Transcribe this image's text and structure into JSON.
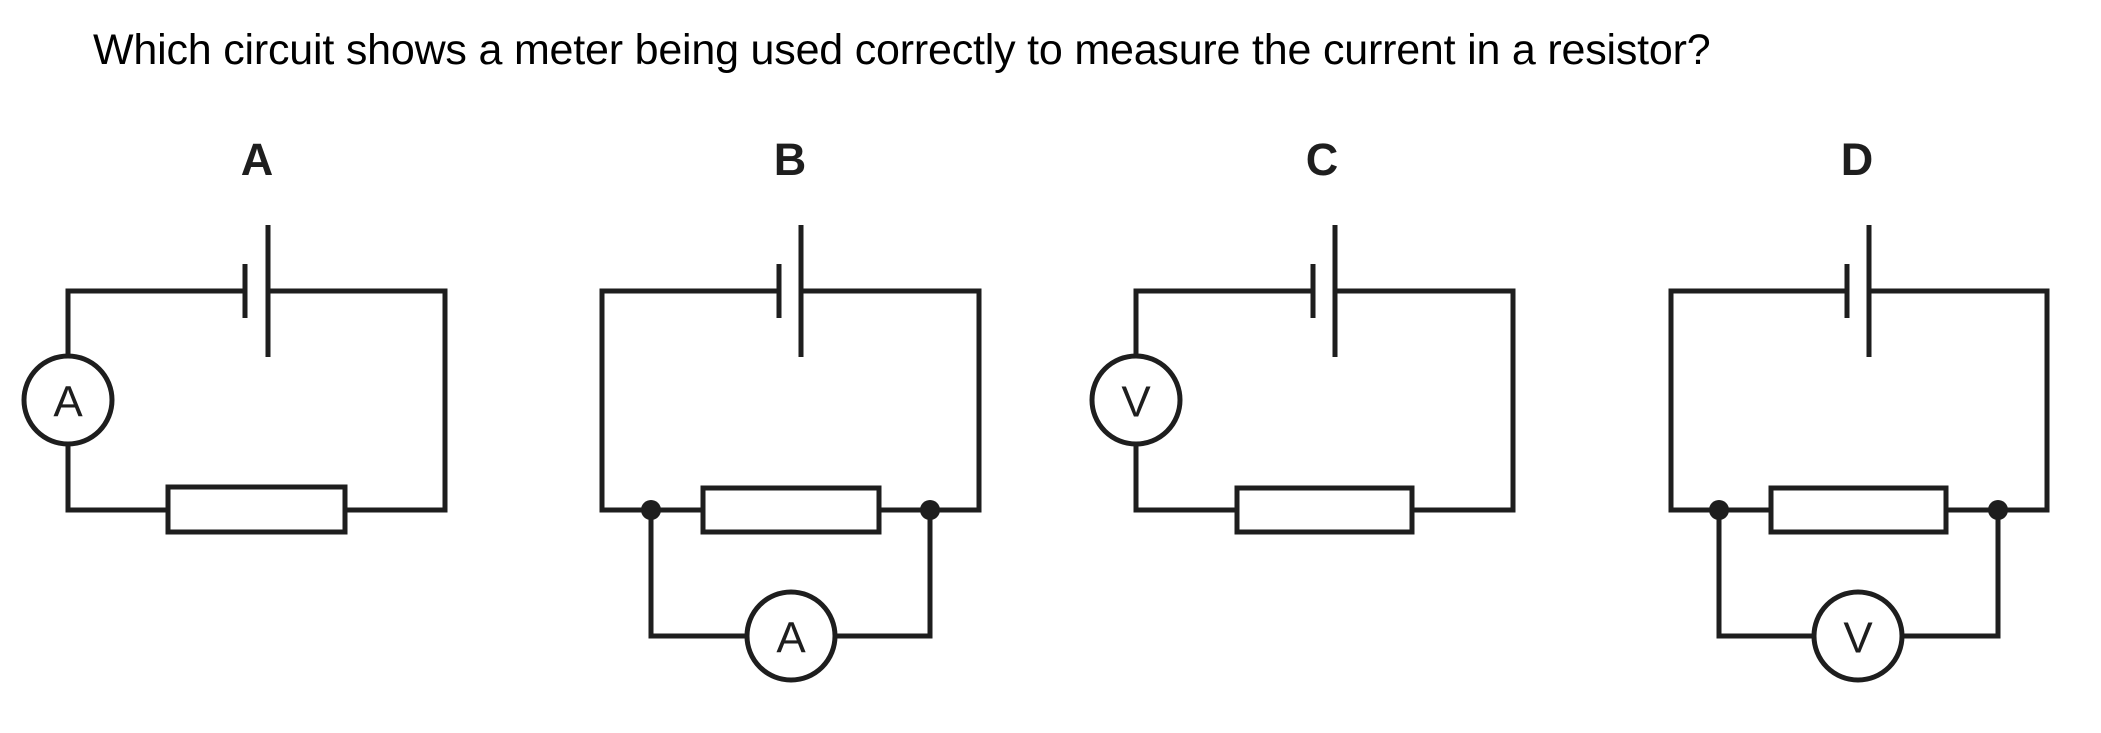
{
  "question": "Which circuit shows a meter being used correctly to measure the current in a resistor?",
  "colors": {
    "ink": "#1e1e1e",
    "text": "#000000",
    "background": "#ffffff"
  },
  "options": [
    {
      "label": "A",
      "meter_symbol": "A",
      "meter_type": "ammeter",
      "meter_connection": "series"
    },
    {
      "label": "B",
      "meter_symbol": "A",
      "meter_type": "ammeter",
      "meter_connection": "parallel"
    },
    {
      "label": "C",
      "meter_symbol": "V",
      "meter_type": "voltmeter",
      "meter_connection": "series"
    },
    {
      "label": "D",
      "meter_symbol": "V",
      "meter_type": "voltmeter",
      "meter_connection": "parallel"
    }
  ]
}
